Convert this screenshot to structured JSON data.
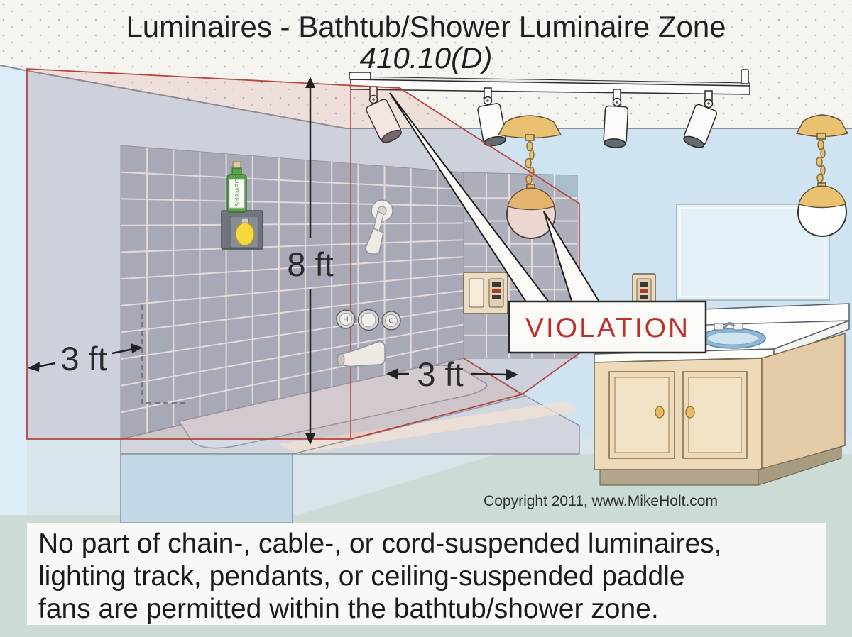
{
  "title": {
    "line1": "Luminaires - Bathtub/Shower Luminaire Zone",
    "line2": "410.10(D)"
  },
  "dimensions": {
    "height": "8 ft",
    "wall_offset": "3 ft",
    "tub_offset": "3 ft"
  },
  "violation_label": "VIOLATION",
  "fixture_labels": {
    "shampoo": "SHAMPOO",
    "hot": "H",
    "cold": "C"
  },
  "copyright": "Copyright 2011, www.MikeHolt.com",
  "caption": {
    "line1": "No part of chain-, cable-, or cord-suspended luminaires,",
    "line2": "lighting track, pendants, or ceiling-suspended paddle",
    "line3": "fans are permitted within the bathtub/shower zone."
  },
  "colors": {
    "zone-red": "#b5463f",
    "zone-fill": "rgba(195,100,95,0.14)",
    "violation-red": "#bf2f2f",
    "text-dark": "#1f1f1f",
    "ceiling": "#f6f4ef",
    "wall-blue": "#cfe3f0",
    "tile-blue": "#a2b6c5",
    "tile-blue-back": "#a9bdcb",
    "grout": "#e9eef2",
    "tub-gray": "#d0d5de",
    "vanity-tan": "#eed9b9",
    "gold": "#e9c170",
    "floor-green": "#cbdcd7",
    "caption-bg": "#f8f8f6"
  }
}
